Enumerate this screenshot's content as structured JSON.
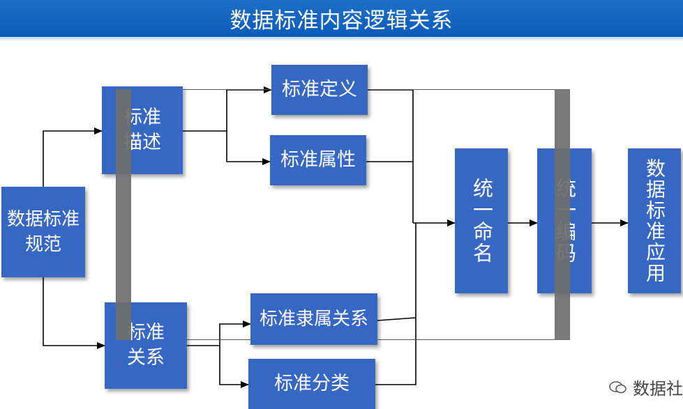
{
  "title": "数据标准内容逻辑关系",
  "nodes": {
    "root": "数据标准规范",
    "describe": "标准描述",
    "relation": "标准关系",
    "definition": "标准定义",
    "attribute": "标准属性",
    "subordinate": "标准隶属关系",
    "classification": "标准分类",
    "naming": "统一命名",
    "coding": "统一编码",
    "application": "数据标准应用"
  },
  "watermark": "数据社"
}
